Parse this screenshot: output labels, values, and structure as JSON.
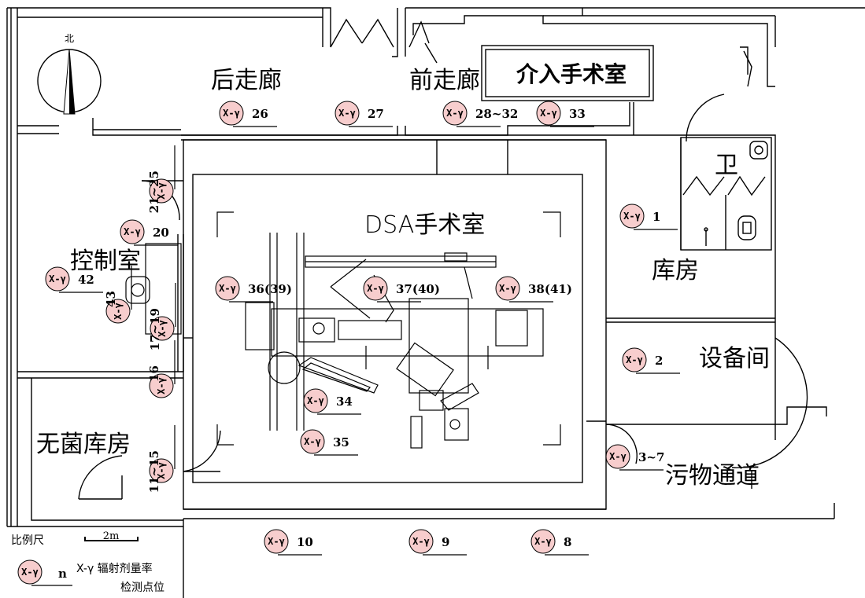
{
  "title": "介入手术室",
  "rooms": {
    "back_corridor": "后走廊",
    "front_corridor": "前走廊",
    "dsa_room": "DSA手术室",
    "control_room": "控制室",
    "storage": "库房",
    "equipment_room": "设备间",
    "toilet": "卫",
    "sterile_storage": "无菌库房",
    "dirty_passage": "污物通道"
  },
  "compass": {
    "north": "北"
  },
  "marker_text": "X-γ",
  "points": [
    {
      "label": "26"
    },
    {
      "label": "27"
    },
    {
      "label": "28~32"
    },
    {
      "label": "33"
    },
    {
      "label": "1"
    },
    {
      "label": "2"
    },
    {
      "label": "3~7"
    },
    {
      "label": "8"
    },
    {
      "label": "9"
    },
    {
      "label": "10"
    },
    {
      "label": "20"
    },
    {
      "label": "42"
    },
    {
      "label": "36(39)"
    },
    {
      "label": "37(40)"
    },
    {
      "label": "38(41)"
    },
    {
      "label": "34"
    },
    {
      "label": "35"
    },
    {
      "label": "21~25"
    },
    {
      "label": "43"
    },
    {
      "label": "17~19"
    },
    {
      "label": "16"
    },
    {
      "label": "11~15"
    }
  ],
  "legend": {
    "scale_label": "比例尺",
    "scale_value": "2m",
    "marker_text": "X-γ",
    "n_label": "n",
    "desc_line1": "X-γ 辐射剂量率",
    "desc_line2": "检测点位"
  }
}
